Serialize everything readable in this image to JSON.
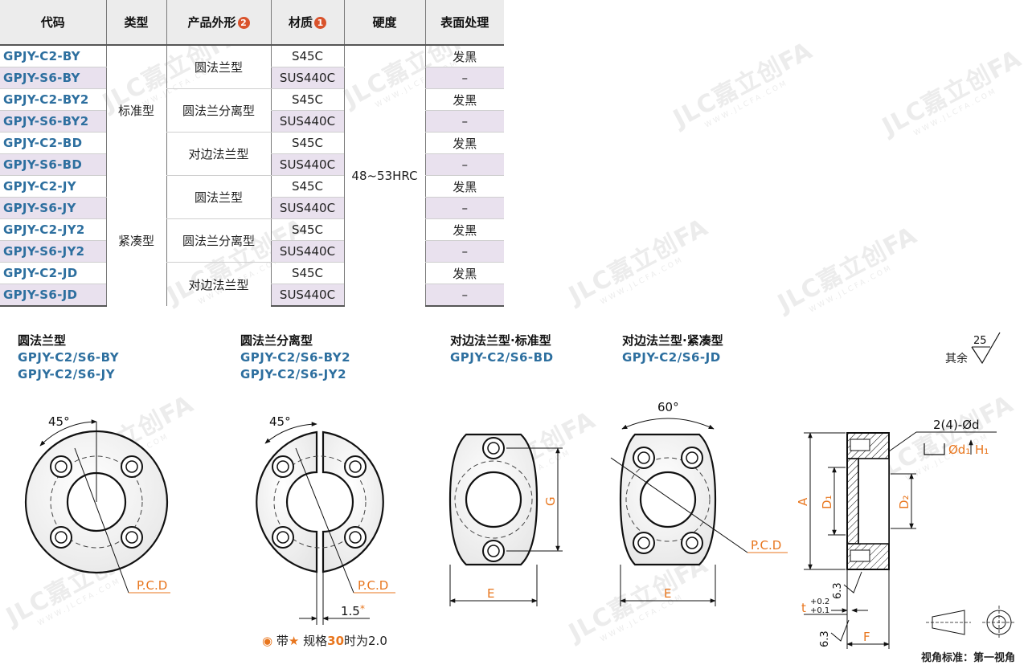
{
  "table": {
    "headers": {
      "code": "代码",
      "type": "类型",
      "shape": "产品外形",
      "shape_badge": "2",
      "material": "材质",
      "material_badge": "1",
      "hardness": "硬度",
      "surface": "表面处理"
    },
    "rows": [
      {
        "code": "GPJY-C2-BY",
        "material": "S45C",
        "surface": "发黑"
      },
      {
        "code": "GPJY-S6-BY",
        "material": "SUS440C",
        "surface": "–"
      },
      {
        "code": "GPJY-C2-BY2",
        "material": "S45C",
        "surface": "发黑"
      },
      {
        "code": "GPJY-S6-BY2",
        "material": "SUS440C",
        "surface": "–"
      },
      {
        "code": "GPJY-C2-BD",
        "material": "S45C",
        "surface": "发黑"
      },
      {
        "code": "GPJY-S6-BD",
        "material": "SUS440C",
        "surface": "–"
      },
      {
        "code": "GPJY-C2-JY",
        "material": "S45C",
        "surface": "发黑"
      },
      {
        "code": "GPJY-S6-JY",
        "material": "SUS440C",
        "surface": "–"
      },
      {
        "code": "GPJY-C2-JY2",
        "material": "S45C",
        "surface": "发黑"
      },
      {
        "code": "GPJY-S6-JY2",
        "material": "SUS440C",
        "surface": "–"
      },
      {
        "code": "GPJY-C2-JD",
        "material": "S45C",
        "surface": "发黑"
      },
      {
        "code": "GPJY-S6-JD",
        "material": "SUS440C",
        "surface": "–"
      }
    ],
    "types": [
      "标准型",
      "紧凑型"
    ],
    "shapes": [
      "圆法兰型",
      "圆法兰分离型",
      "对边法兰型",
      "圆法兰型",
      "圆法兰分离型",
      "对边法兰型"
    ],
    "hardness": "48~53HRC"
  },
  "drawings": {
    "round": {
      "title": "圆法兰型",
      "codes": [
        "GPJY-C2/S6-BY",
        "GPJY-C2/S6-JY"
      ],
      "angle": "45°",
      "pcd": "P.C.D"
    },
    "split": {
      "title": "圆法兰分离型",
      "codes": [
        "GPJY-C2/S6-BY2",
        "GPJY-C2/S6-JY2"
      ],
      "angle": "45°",
      "pcd": "P.C.D",
      "gap": "1.5",
      "star": "*"
    },
    "flat_std": {
      "title": "对边法兰型·标准型",
      "codes": [
        "GPJY-C2/S6-BD"
      ],
      "dim_g": "G",
      "dim_e": "E"
    },
    "flat_compact": {
      "title": "对边法兰型·紧凑型",
      "codes": [
        "GPJY-C2/S6-JD"
      ],
      "angle": "60°",
      "pcd": "P.C.D",
      "dim_e": "E"
    },
    "section": {
      "hole_spec": "2(4)-Ød",
      "cbore_d": "Ød₁",
      "cbore_h": "H₁",
      "dim_a": "A",
      "dim_d1": "D₁",
      "dim_d2": "D₂",
      "dim_f": "F",
      "dim_t": "t",
      "tol_upper": "+0.2",
      "tol_lower": "+0.1",
      "roughness": "6.3"
    }
  },
  "surface_note": {
    "label": "其余",
    "value": "25"
  },
  "footnote": {
    "prefix": "带",
    "star": "★",
    "middle": "规格",
    "bold": "30",
    "suffix": "时为2.0"
  },
  "view_standard": "视角标准：第一视角",
  "colors": {
    "code_blue": "#2d6f9f",
    "dim_orange": "#e8761e",
    "badge_red": "#d9532c",
    "row_alt": "#e9e1ee",
    "header_bg": "#ececec"
  }
}
